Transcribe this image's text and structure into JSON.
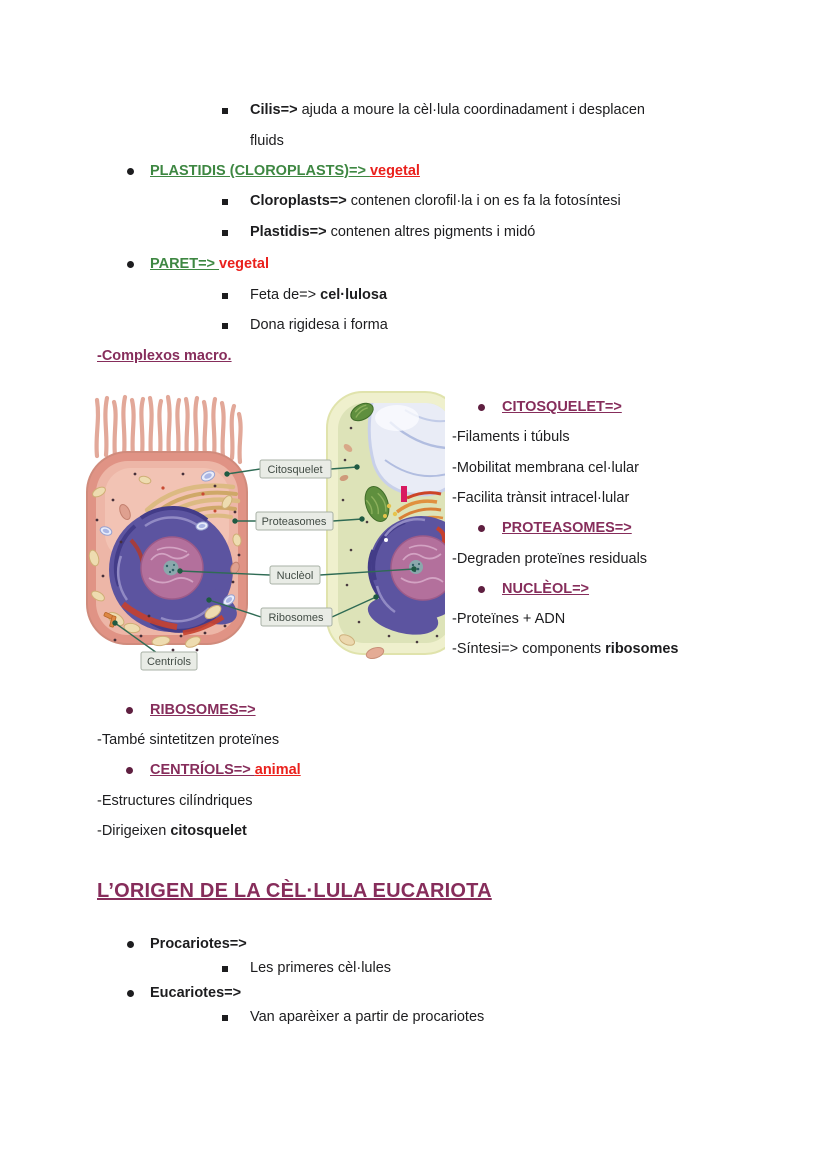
{
  "colors": {
    "text": "#1d1d1f",
    "green_accent": "#3e8742",
    "red_accent": "#ea201c",
    "purple_accent": "#862d5b",
    "purple_bullet": "#5f1f40",
    "callout_line": "#2f6b54",
    "label_box_bg": "#e9ece6"
  },
  "top_list": {
    "cilis_lead": "Cilis=>",
    "cilis_rest": " ajuda a moure la cèl·lula coordinadament i desplacen",
    "cilis_cont": "fluids",
    "plastidis_head_green": "PLASTIDIS (CLOROPLASTS)=> ",
    "plastidis_head_red": "vegetal",
    "cloroplasts_lead": "Cloroplasts=>",
    "cloroplasts_rest": " contenen clorofil·la i on es fa la fotosíntesi",
    "plastidis_lead": "Plastidis=>",
    "plastidis_rest": " contenen altres pigments i midó",
    "paret_green": "PARET=> ",
    "paret_red": "vegetal",
    "feta_lead": "Feta de=> ",
    "feta_bold": "cel·lulosa",
    "dona": "Dona rigidesa i forma",
    "complexos": "-Complexos macro."
  },
  "right_column": {
    "citosquelet_head": "CITOSQUELET=>",
    "citosquelet_1": "-Filaments i túbuls",
    "citosquelet_2": "-Mobilitat membrana cel·lular",
    "citosquelet_3": "-Facilita trànsit intracel·lular",
    "proteasomes_head": "PROTEASOMES=>",
    "proteasomes_1": "-Degraden proteïnes residuals",
    "nucleol_head": "NUCLÈOL=>",
    "nucleol_1": "-Proteïnes + ADN",
    "nucleol_2_lead": "-Síntesi=> components ",
    "nucleol_2_bold": "ribosomes"
  },
  "bottom_section": {
    "ribosomes_head": "RIBOSOMES=>",
    "ribosomes_1": "-També sintetitzen proteïnes",
    "centriols_head": "CENTRÍOLS=> ",
    "centriols_red": "animal",
    "centriols_1": "-Estructures cilíndriques",
    "centriols_2_lead": "-Dirigeixen ",
    "centriols_2_bold": "citosquelet"
  },
  "heading": "L’ORIGEN DE LA CÈL·LULA EUCARIOTA",
  "origin_list": {
    "procariotes": "Procariotes=>",
    "procariotes_sub": "Les primeres cèl·lules",
    "eucariotes": "Eucariotes=>",
    "eucariotes_sub": "Van aparèixer a partir de procariotes"
  },
  "diagram": {
    "description": "animal cell (left) and plant cell (right) comparison",
    "labels": [
      {
        "text": "Citosquelet"
      },
      {
        "text": "Proteasomes"
      },
      {
        "text": "Nuclèol"
      },
      {
        "text": "Ribosomes"
      },
      {
        "text": "Centríols"
      }
    ]
  }
}
